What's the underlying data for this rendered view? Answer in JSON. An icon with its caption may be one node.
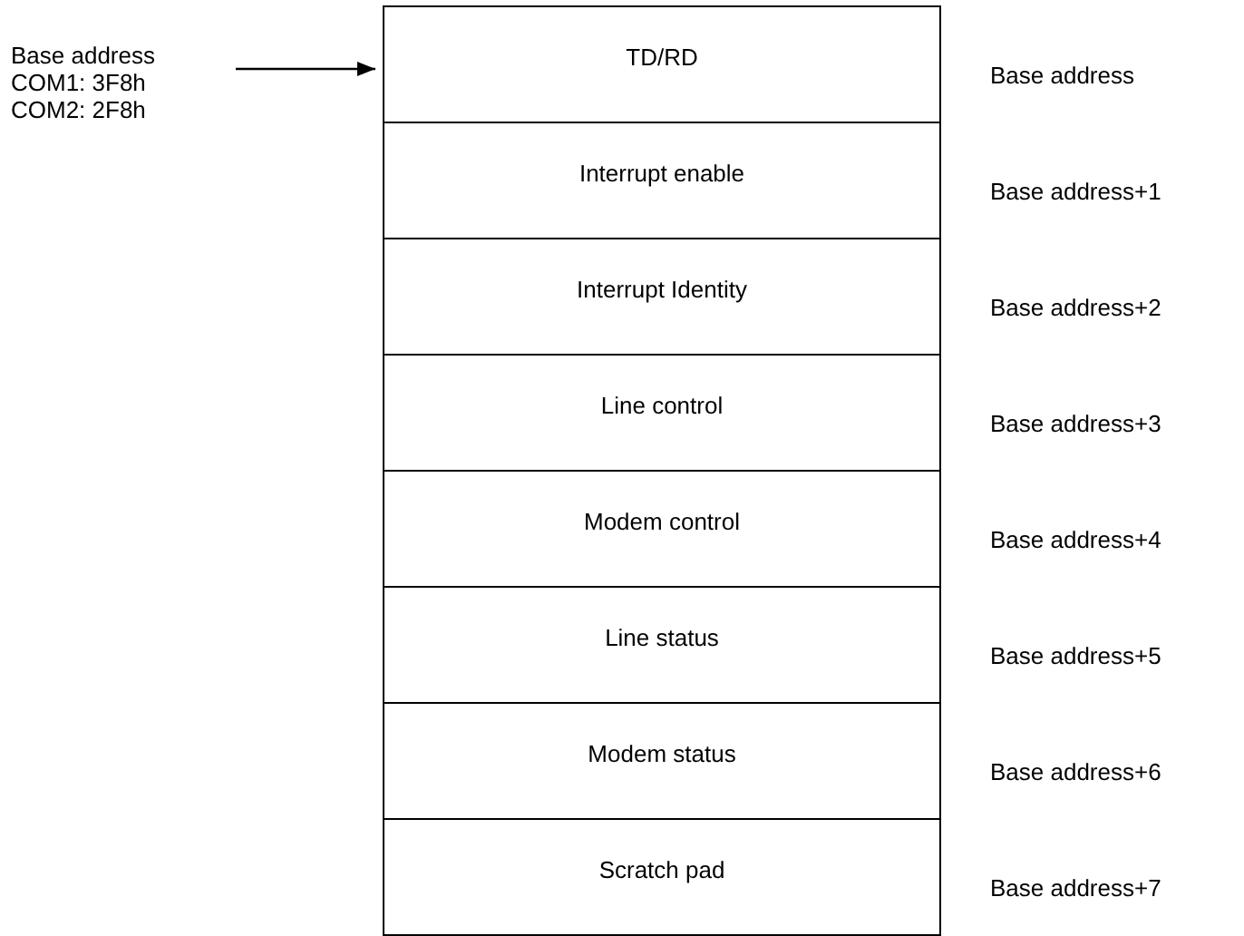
{
  "diagram": {
    "nodes": [
      {
        "text": [
          "Base address",
          "COM1: 3F8h",
          "COM2: 2F8h"
        ]
      },
      {
        "text": [
          "TD/RD"
        ],
        "beside": [
          "Base address"
        ]
      },
      {
        "text": [
          "Interrupt enable"
        ],
        "beside": [
          "Base address+1"
        ]
      },
      {
        "text": [
          "Interrupt Identity"
        ],
        "beside": [
          "Base address+2"
        ]
      },
      {
        "text": [
          "Line control"
        ],
        "beside": [
          "Base address+3"
        ]
      },
      {
        "text": [
          "Modem control"
        ],
        "beside": [
          "Base address+4"
        ]
      },
      {
        "text": [
          "Line status"
        ],
        "beside": [
          "Base address+5"
        ]
      },
      {
        "text": [
          "Modem status"
        ],
        "beside": [
          "Base address+6"
        ]
      },
      {
        "text": [
          "Scratch pad"
        ],
        "beside": [
          "Base address+7"
        ]
      }
    ],
    "edges": [
      {
        "from": 0,
        "to": 1,
        "arrow": "to"
      }
    ]
  }
}
